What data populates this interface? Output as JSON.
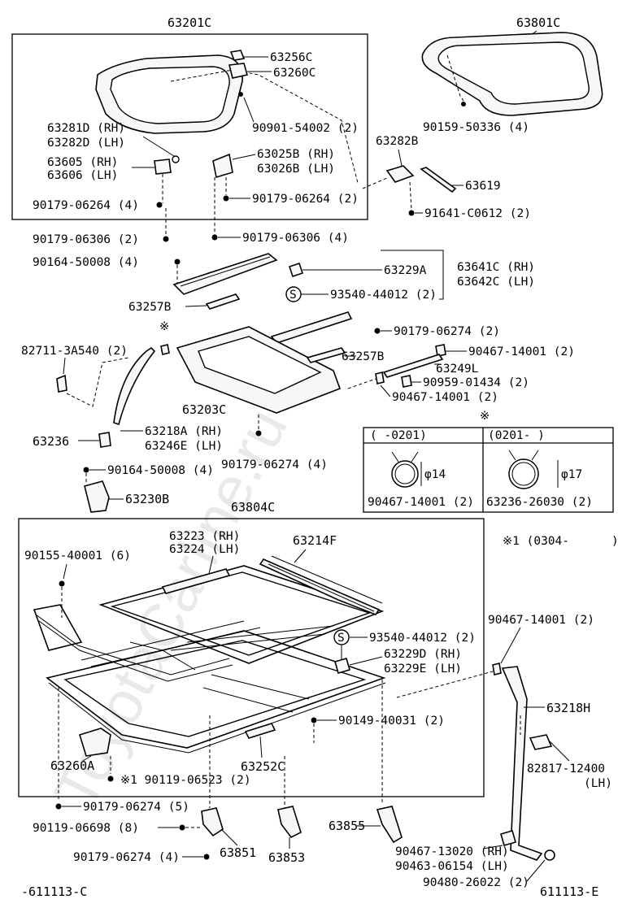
{
  "frame_codes": {
    "top_left": "63201C",
    "top_right": "63801C",
    "middle": "63804C",
    "footer_left": "-611113-C",
    "footer_right": "611113-E"
  },
  "labels": {
    "p63256C": "63256C",
    "p63260C": "63260C",
    "p90901": "90901-54002 (2)",
    "p63281D": "63281D (RH)",
    "p63282D": "63282D (LH)",
    "p63605": "63605 (RH)",
    "p63606": "63606 (LH)",
    "p63025B": "63025B (RH)",
    "p63026B": "63026B (LH)",
    "p90179_06264_a": "90179-06264 (4)",
    "p90179_06264_b": "90179-06264 (2)",
    "p90159": "90159-50336 (4)",
    "p63282B": "63282B",
    "p63619": "63619",
    "p91641": "91641-C0612 (2)",
    "p90179_06306_a": "90179-06306 (2)",
    "p90179_06306_b": "90179-06306 (4)",
    "p90164_a": "90164-50008 (4)",
    "p63229A": "63229A",
    "p63641C": "63641C (RH)",
    "p63642C": "63642C (LH)",
    "s_mark": "S",
    "p93540_a": "93540-44012 (2)",
    "p63257B_a": "63257B",
    "p90179_06274_a": "90179-06274 (2)",
    "ref_mark": "※",
    "p82711": "82711-3A540 (2)",
    "p63257B_b": "63257B",
    "p90467_a": "90467-14001 (2)",
    "p63249L": "63249L",
    "p90959": "90959-01434 (2)",
    "p90467_b": "90467-14001 (2)",
    "p63203C": "63203C",
    "p63236": "63236",
    "p63218A": "63218A (RH)",
    "p63246E": "63246E (LH)",
    "p90179_06274_b": "90179-06274 (4)",
    "p90164_b": "90164-50008 (4)",
    "p63230B": "63230B",
    "p63223": "63223 (RH)",
    "p63224": "63224 (LH)",
    "p63214F": "63214F",
    "p90155": "90155-40001 (6)",
    "note1": "※1 (0304-",
    "p90467_c": "90467-14001 (2)",
    "p93540_b": "93540-44012 (2)",
    "p63229D": "63229D (RH)",
    "p63229E": "63229E (LH)",
    "p63218H": "63218H",
    "p90149": "90149-40031 (2)",
    "p63252C": "63252C",
    "p63260A": "63260A",
    "p90119_06523": "※1 90119-06523 (2)",
    "p82817": "82817-12400",
    "p82817_lh": "(LH)",
    "p90179_06274_c": "90179-06274 (5)",
    "p63855": "63855",
    "p90119_06698": "90119-06698 (8)",
    "p63851": "63851",
    "p63853": "63853",
    "p90179_06274_d": "90179-06274 (4)",
    "p90467_13020": "90467-13020 (RH)",
    "p90463": "90463-06154 (LH)",
    "p90480": "90480-26022 (2)"
  },
  "inset": {
    "ref_mark": "※",
    "col1_header": "(      -0201)",
    "col2_header": "(0201-       )",
    "col1_dim": "φ14",
    "col2_dim": "φ17",
    "col1_part": "90467-14001 (2)",
    "col2_part": "63236-26030 (2)"
  },
  "watermark": "ToyotaCarline.ru"
}
